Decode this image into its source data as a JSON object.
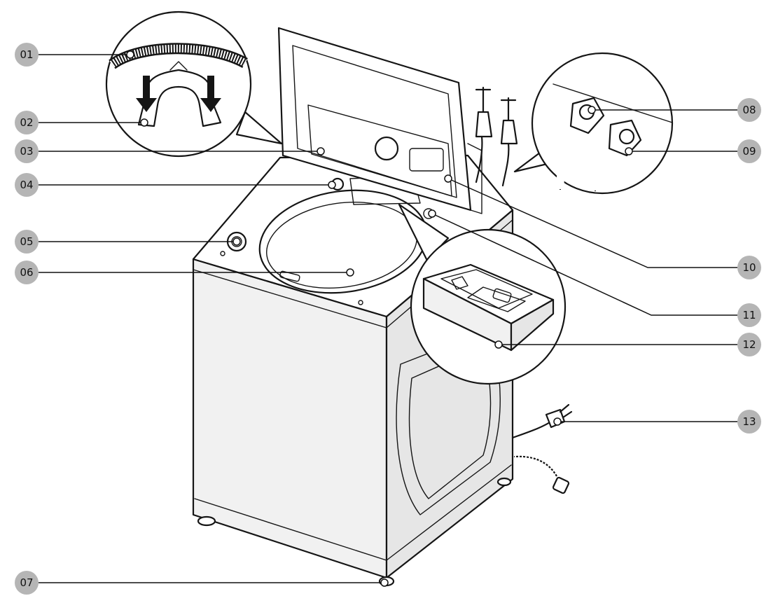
{
  "diagram": {
    "callouts": [
      {
        "id": "01"
      },
      {
        "id": "02"
      },
      {
        "id": "03"
      },
      {
        "id": "04"
      },
      {
        "id": "05"
      },
      {
        "id": "06"
      },
      {
        "id": "07"
      },
      {
        "id": "08"
      },
      {
        "id": "09"
      },
      {
        "id": "10"
      },
      {
        "id": "11"
      },
      {
        "id": "12"
      },
      {
        "id": "13"
      }
    ],
    "colors": {
      "label_badge": "#b5b5b5",
      "line_art": "#151515",
      "background": "#ffffff"
    }
  }
}
